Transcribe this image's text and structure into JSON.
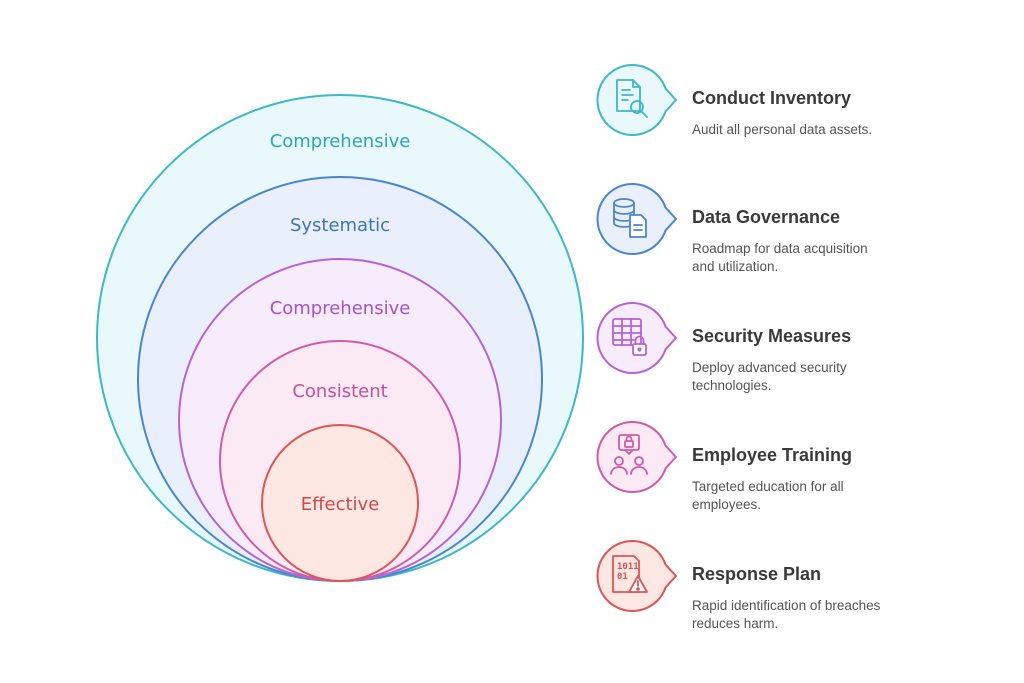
{
  "rings": [
    {
      "label": "Comprehensive",
      "stroke": "#3cb8c8",
      "fill": "#e9f8fb",
      "text": "#2aa6b8"
    },
    {
      "label": "Systematic",
      "stroke": "#4a86d0",
      "fill": "#eaf0fb",
      "text": "#3f74bd"
    },
    {
      "label": "Comprehensive",
      "stroke": "#b763d6",
      "fill": "#f7ecfb",
      "text": "#a553c8"
    },
    {
      "label": "Consistent",
      "stroke": "#d25aa8",
      "fill": "#fbeaf4",
      "text": "#c24f98"
    },
    {
      "label": "Effective",
      "stroke": "#dd5555",
      "fill": "#fde7e2",
      "text": "#d04848"
    }
  ],
  "items": [
    {
      "title": "Conduct Inventory",
      "description": "Audit all personal data assets.",
      "icon": "document-search-icon",
      "color": "#3cb8c8",
      "fill": "#e9f8fb"
    },
    {
      "title": "Data Governance",
      "description": "Roadmap for data acquisition and utilization.",
      "icon": "database-document-icon",
      "color": "#4a86d0",
      "fill": "#eaf0fb"
    },
    {
      "title": "Security Measures",
      "description": "Deploy advanced security technologies.",
      "icon": "table-lock-icon",
      "color": "#b763d6",
      "fill": "#f7ecfb"
    },
    {
      "title": "Employee Training",
      "description": "Targeted education for all employees.",
      "icon": "users-lock-icon",
      "color": "#d25aa8",
      "fill": "#fbeaf4"
    },
    {
      "title": "Response Plan",
      "description": "Rapid identification of breaches reduces harm.",
      "icon": "binary-warning-icon",
      "color": "#dd5555",
      "fill": "#fde7e2"
    }
  ]
}
